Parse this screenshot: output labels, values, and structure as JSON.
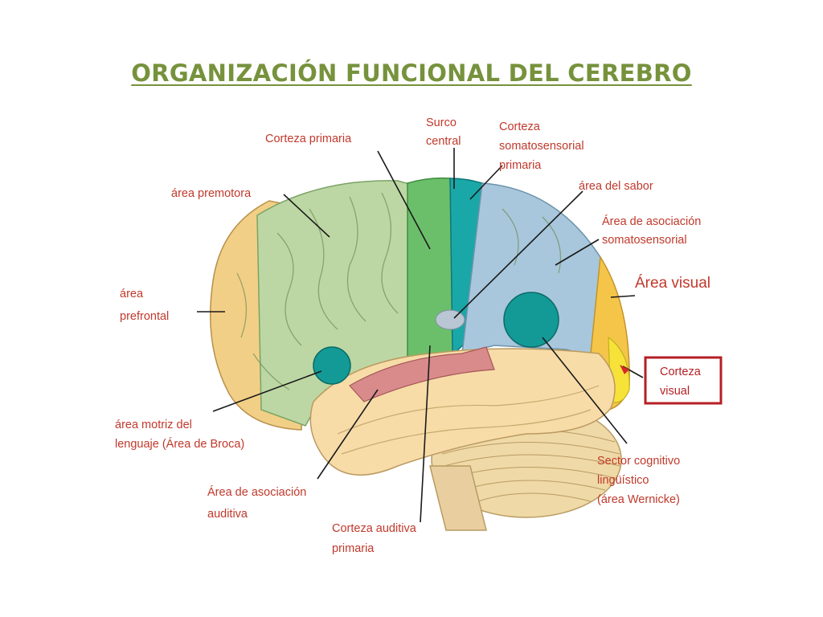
{
  "slide": {
    "title": "ORGANIZACIÓN FUNCIONAL DEL CEREBRO",
    "title_color": "#76923c"
  },
  "colors": {
    "label_text": "#c0392b",
    "leader_line": "#1a1a1a",
    "frontal": "#f2cf86",
    "premotor": "#bcd7a4",
    "primary_motor": "#6cbf6a",
    "central_sulcus": "#1aa7a8",
    "somatosensory": "#a8c7dc",
    "visual_area": "#f5c54a",
    "visual_cortex": "#f7e23a",
    "temporal": "#f7dca8",
    "auditory": "#d98b8b",
    "wernicke": "#139a96",
    "broca": "#139a96",
    "cerebellum": "#efd9a6",
    "visual_box": "#b51f24"
  },
  "labels": {
    "corteza_primaria": "Corteza primaria",
    "surco_central": [
      "Surco",
      "central"
    ],
    "corteza_somatosensorial": [
      "Corteza",
      "somatosensorial",
      "primaria"
    ],
    "area_premotora": "área premotora",
    "area_sabor": "área del sabor",
    "asociacion_somatosensorial": [
      "Área de asociación",
      "somatosensorial"
    ],
    "area_visual": "Área visual",
    "area_prefrontal": [
      "área",
      "prefrontal"
    ],
    "corteza_visual": [
      "Corteza",
      "visual"
    ],
    "broca": [
      "área motriz del",
      "lenguaje (Área de Broca)"
    ],
    "asociacion_auditiva": [
      "Área de asociación",
      "auditiva"
    ],
    "corteza_auditiva": [
      "Corteza auditiva",
      "primaria"
    ],
    "wernicke": [
      "Sector cognitivo",
      "lingüístico",
      "(área Wernicke)"
    ]
  }
}
